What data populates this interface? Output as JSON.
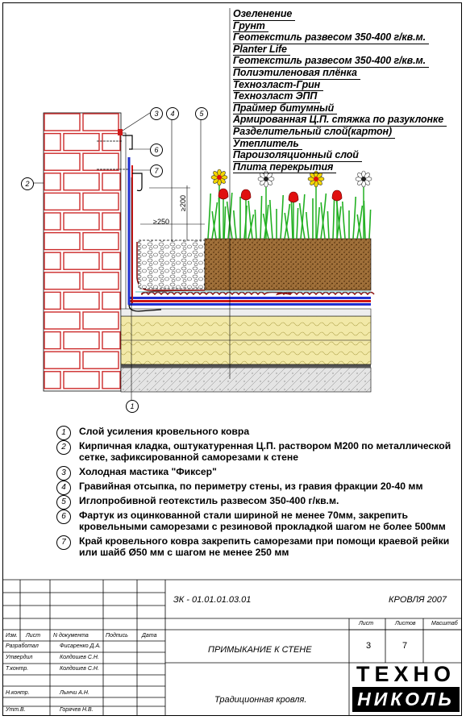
{
  "layers": [
    "Озеленение",
    "Грунт",
    "Геотекстиль развесом 350-400 г/кв.м.",
    "Planter Life",
    "Геотекстиль развесом 350-400 г/кв.м.",
    "Полиэтиленовая плёнка",
    "Технозласт-Грин",
    "Технозласт ЭПП",
    "Праймер битумный",
    "Армированная Ц.П. стяжка по разуклонке",
    "Разделительный слой(картон)",
    "Утеплитель",
    "Пароизоляционный слой",
    "Плита перекрытия"
  ],
  "callouts": [
    "1",
    "2",
    "3",
    "4",
    "5",
    "6",
    "7"
  ],
  "dimensions": {
    "width": "≥250",
    "height": "≥200"
  },
  "legend": [
    {
      "num": "1",
      "text": "Слой усиления кровельного ковра"
    },
    {
      "num": "2",
      "text": "Кирпичная кладка, оштукатуренная Ц.П. раствором М200 по металлической сетке, зафиксированной саморезами к стене"
    },
    {
      "num": "3",
      "text": "Холодная мастика \"Фиксер\""
    },
    {
      "num": "4",
      "text": "Гравийная отсыпка, по периметру стены, из гравия фракции 20-40 мм"
    },
    {
      "num": "5",
      "text": "Иглопробивной геотекстиль развесом 350-400 г/кв.м."
    },
    {
      "num": "6",
      "text": "Фартук из оцинкованной стали шириной не менее 70мм, закрепить кровельными саморезами с резиновой прокладкой шагом не более 500мм"
    },
    {
      "num": "7",
      "text": "Край кровельного ковра закрепить саморезами при помощи краевой рейки или шайб Ø50 мм с шагом не менее 250 мм"
    }
  ],
  "title_block": {
    "code": "ЗК - 01.01.01.03.01",
    "series": "КРОВЛЯ 2007",
    "col_headers": {
      "izm": "Изм.",
      "list": "Лист",
      "doc": "N документа",
      "sign": "Подпись",
      "date": "Дата"
    },
    "sheet_headers": {
      "sheet": "Лист",
      "sheets": "Листов",
      "scale": "Масштаб"
    },
    "sheet": "3",
    "sheets": "7",
    "title": "ПРИМЫКАНИЕ К СТЕНЕ",
    "subtitle": "Традиционная кровля.",
    "roles": [
      {
        "role": "Разработал",
        "name": "Фисаренко Д.А."
      },
      {
        "role": "Утвердил",
        "name": "Колдошев С.Н."
      },
      {
        "role": "Т.контр.",
        "name": "Колдошев С.Н."
      },
      {
        "role": "Н.контр.",
        "name": "Лынчи А.Н."
      },
      {
        "role": "Утт.В.",
        "name": "Горячев Н.В."
      }
    ],
    "logo_top": "ТЕХНО",
    "logo_bottom": "НИКОЛЬ"
  },
  "colors": {
    "brick": "#cc2a2a",
    "soil": "#8b5a2b",
    "insulation": "#f2e9a8",
    "membrane_blue": "#1f2fd0",
    "membrane_red": "#d01818",
    "plant_green": "#22b022",
    "flower_yellow": "#f2d400",
    "flower_red": "#e01010",
    "concrete": "#d8d8d8"
  }
}
